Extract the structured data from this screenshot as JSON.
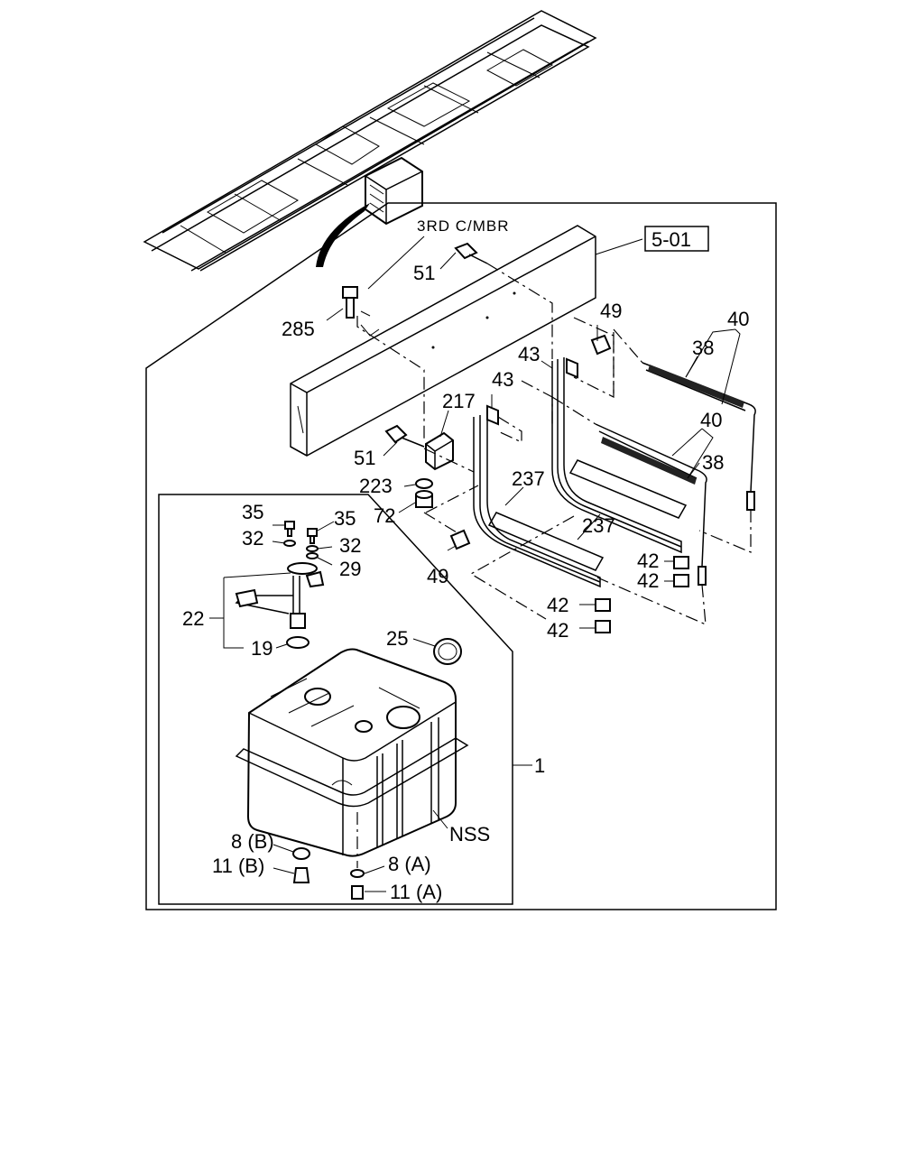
{
  "diagram": {
    "ref_box": "5-01",
    "crossmember_label": "3RD C/MBR",
    "parts": {
      "p51a": "51",
      "p285": "285",
      "p49a": "49",
      "p40a": "40",
      "p38a": "38",
      "p43a": "43",
      "p43b": "43",
      "p217": "217",
      "p40b": "40",
      "p38b": "38",
      "p51b": "51",
      "p237a": "237",
      "p223": "223",
      "p72": "72",
      "p237b": "237",
      "p35a": "35",
      "p35b": "35",
      "p32a": "32",
      "p32b": "32",
      "p29": "29",
      "p49b": "49",
      "p42a": "42",
      "p42b": "42",
      "p42c": "42",
      "p42d": "42",
      "p22": "22",
      "p19": "19",
      "p25": "25",
      "p1": "1",
      "pNSS": "NSS",
      "p8b": "8 (B)",
      "p11b": "11 (B)",
      "p8a": "8 (A)",
      "p11a": "11 (A)"
    }
  }
}
